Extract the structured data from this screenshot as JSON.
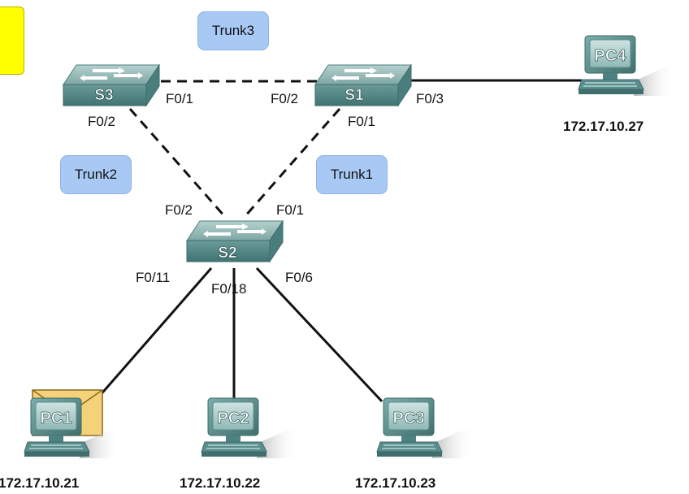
{
  "trunks": {
    "trunk1": "Trunk1",
    "trunk2": "Trunk2",
    "trunk3": "Trunk3"
  },
  "switches": {
    "s1": "S1",
    "s2": "S2",
    "s3": "S3"
  },
  "pcs": {
    "pc1": {
      "label": "PC1",
      "ip": "172.17.10.21"
    },
    "pc2": {
      "label": "PC2",
      "ip": "172.17.10.22"
    },
    "pc3": {
      "label": "PC3",
      "ip": "172.17.10.23"
    },
    "pc4": {
      "label": "PC4",
      "ip": "172.17.10.27"
    }
  },
  "ports": {
    "s3_to_s1": "F0/1",
    "s3_to_s2": "F0/2",
    "s1_to_s3": "F0/2",
    "s1_to_s2": "F0/1",
    "s1_to_pc4": "F0/3",
    "s2_to_s3": "F0/2",
    "s2_to_s1": "F0/1",
    "s2_to_pc1": "F0/11",
    "s2_to_pc2": "F0/18",
    "s2_to_pc3": "F0/6"
  },
  "colors": {
    "switch_top": "#8fb4b2",
    "switch_front": "#4f8785",
    "pc_body": "#5f9593",
    "trunk_pill": "#a9c9f5",
    "pdu_envelope": "#f5d27a"
  },
  "icons": [
    "switch-icon",
    "pc-icon",
    "envelope-icon"
  ]
}
